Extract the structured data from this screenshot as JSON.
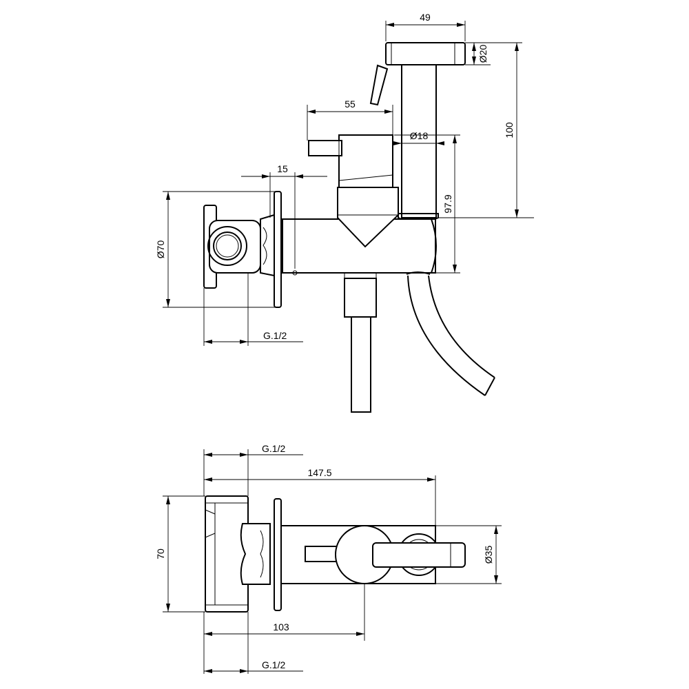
{
  "dimensions": {
    "handset_length": "49",
    "handset_diameter": "Ø20",
    "handset_height": "100",
    "lever_reach": "55",
    "hose_diameter": "Ø18",
    "outlet_height": "97.9",
    "flange_offset": "15",
    "flange_diameter": "Ø70",
    "thread_side": "G.1/2",
    "thread_top": "G.1/2",
    "overall_length": "147.5",
    "body_height": "70",
    "body_diameter": "Ø35",
    "body_length": "103",
    "thread_bottom": "G.1/2"
  }
}
